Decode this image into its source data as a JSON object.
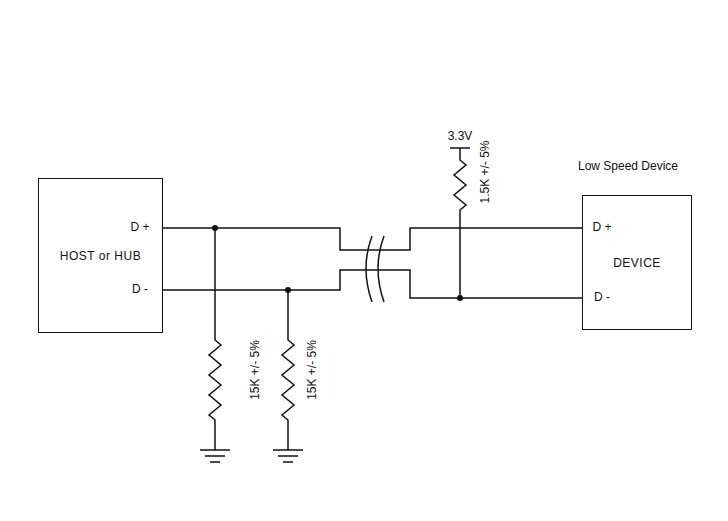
{
  "diagram": {
    "nodes": [
      {
        "text": [
          "HOST or HUB"
        ]
      },
      {
        "text": [
          "DEVICE"
        ]
      }
    ],
    "edges": [
      {
        "from": 0,
        "to": 1,
        "arrow": "none"
      },
      {
        "from": 0,
        "to": 1,
        "arrow": "none"
      }
    ],
    "labels": [
      "D +",
      "D -",
      "3.3V",
      "1.5K +/- 5%",
      "Low Speed Device",
      "D +",
      "D -",
      "15K +/- 5%",
      "15K +/- 5%"
    ]
  }
}
